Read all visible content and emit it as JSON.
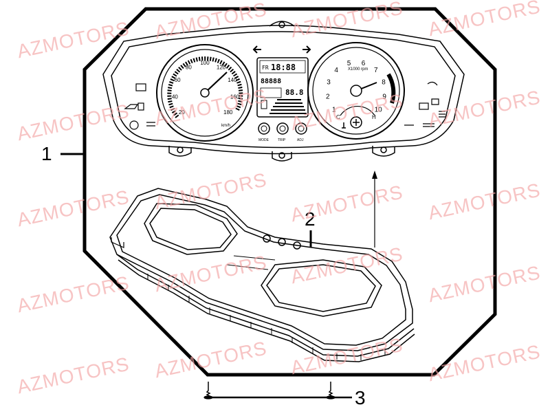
{
  "watermark": {
    "text": "AZMOTORS",
    "color": "#f3a5a5"
  },
  "callouts": {
    "instrument_cluster": "1",
    "cluster_housing": "2",
    "screw": "3"
  },
  "speedometer": {
    "outer_ticks": [
      "20",
      "40",
      "60",
      "80",
      "100",
      "120",
      "140",
      "160",
      "180"
    ],
    "unit": "km/h"
  },
  "tachometer": {
    "ticks": [
      "1",
      "2",
      "3",
      "4",
      "5",
      "6",
      "7",
      "8",
      "9",
      "10"
    ],
    "unit": "X1000 rpm",
    "temp_cold": "C",
    "temp_hot": "H"
  },
  "lcd": {
    "day": "FR",
    "clock": "18:88",
    "odometer": "88888",
    "trip": "88.8"
  },
  "buttons": {
    "left": "MODE",
    "center": "TRIP",
    "right": "ADJ"
  }
}
